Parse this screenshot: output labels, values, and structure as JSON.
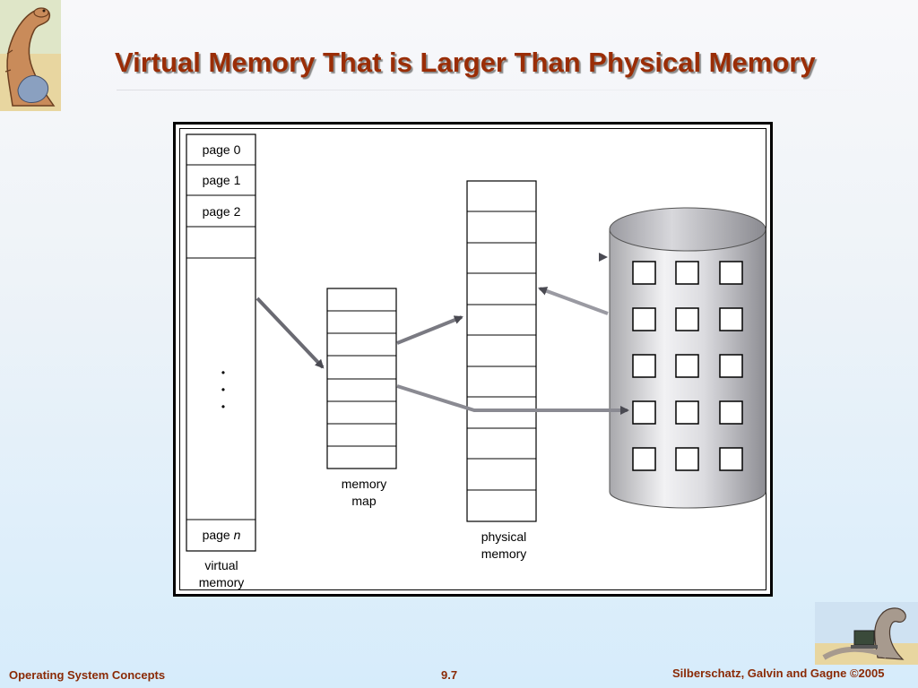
{
  "slide": {
    "title": "Virtual Memory That is Larger Than Physical Memory"
  },
  "diagram": {
    "virtual_memory": {
      "pages": [
        "page 0",
        "page 1",
        "page 2"
      ],
      "last_page_prefix": "page ",
      "last_page_var": "n",
      "ellipsis": "•",
      "label_line1": "virtual",
      "label_line2": "memory"
    },
    "memory_map": {
      "label_line1": "memory",
      "label_line2": "map"
    },
    "physical_memory": {
      "label_line1": "physical",
      "label_line2": "memory"
    },
    "disk": {
      "icon": "disk-cylinder-icon"
    }
  },
  "footer": {
    "left": "Operating System Concepts",
    "center": "9.7",
    "right": "Silberschatz, Galvin and Gagne ©2005"
  },
  "colors": {
    "title": "#9a2d06",
    "footer": "#8a2a06"
  }
}
